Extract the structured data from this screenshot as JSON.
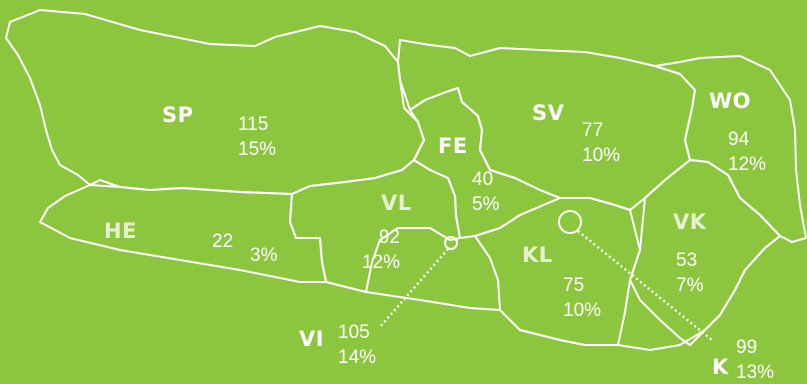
{
  "colors": {
    "background": "#8cc63f",
    "outline": "#ffffff",
    "label_primary": "#ffffff",
    "label_secondary": "#e6f1d2"
  },
  "districts": [
    {
      "code": "SP",
      "count": "115",
      "share": "15%"
    },
    {
      "code": "HE",
      "count": "22",
      "share": "3%"
    },
    {
      "code": "VL",
      "count": "92",
      "share": "12%"
    },
    {
      "code": "FE",
      "count": "40",
      "share": "5%"
    },
    {
      "code": "SV",
      "count": "77",
      "share": "10%"
    },
    {
      "code": "WO",
      "count": "94",
      "share": "12%"
    },
    {
      "code": "VK",
      "count": "53",
      "share": "7%"
    },
    {
      "code": "KL",
      "count": "75",
      "share": "10%"
    },
    {
      "code": "VI",
      "count": "105",
      "share": "14%"
    },
    {
      "code": "K",
      "count": "99",
      "share": "13%"
    }
  ]
}
